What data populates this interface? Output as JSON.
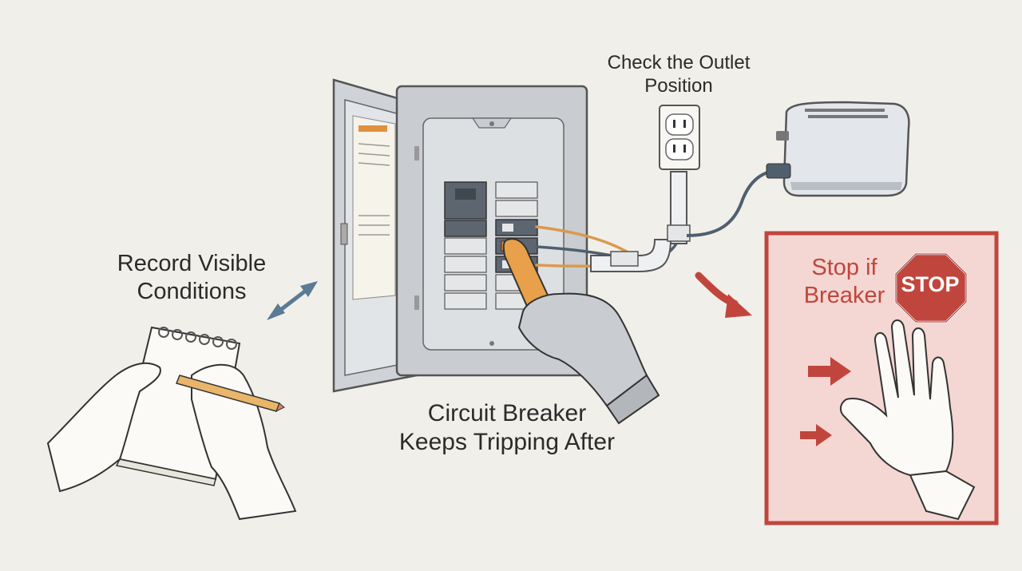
{
  "labels": {
    "record": [
      "Record Visible",
      "Conditions"
    ],
    "outlet": [
      "Check the Outlet",
      "Position"
    ],
    "breaker": [
      "Circuit Breaker",
      "Keeps Tripping After"
    ],
    "stop": [
      "Stop if",
      "Breaker"
    ],
    "stop_sign": "STOP"
  },
  "colors": {
    "background": "#f1efe9",
    "panel_gray": "#c9ccd0",
    "breaker_dark": "#5d6670",
    "tripped_breaker": "#e08a3c",
    "wire_orange": "#d99a4e",
    "wire_blue": "#4f5f6e",
    "arrow_blue": "#5a7a95",
    "warning_red": "#c0463d",
    "warning_fill": "#f4d6d2"
  },
  "icons": [
    "notepad-icon",
    "pencil-icon",
    "hand-writing-icon",
    "double-arrow-icon",
    "breaker-panel-icon",
    "gloved-hand-icon",
    "outlet-icon",
    "conduit-icon",
    "toaster-icon",
    "curved-arrow-icon",
    "stop-sign-icon",
    "raised-hand-icon"
  ]
}
